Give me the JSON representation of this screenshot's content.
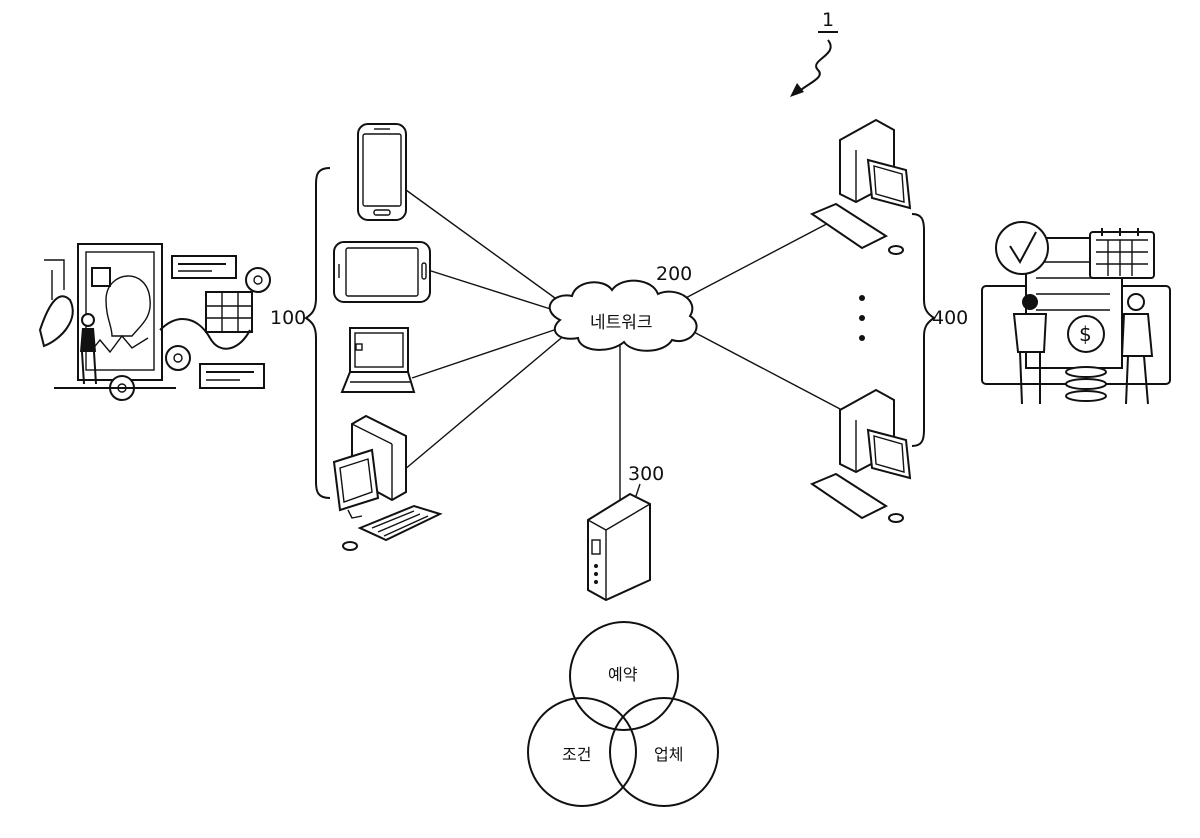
{
  "figure": {
    "ref_system": "1",
    "ref_clients": "100",
    "ref_network": "200",
    "ref_server": "300",
    "ref_vendors": "400",
    "network_label": "네트워크",
    "ellipsis": "⋮"
  },
  "venn": {
    "top": "예약",
    "left": "조건",
    "right": "업체"
  },
  "colors": {
    "line": "#111111",
    "background": "#ffffff"
  }
}
